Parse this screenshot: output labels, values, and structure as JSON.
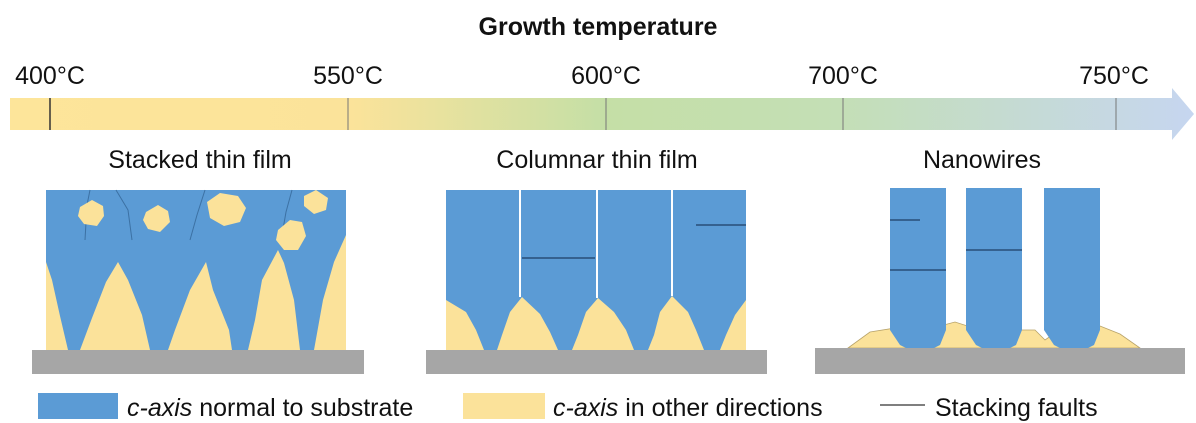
{
  "title": "Growth temperature",
  "temperature_ticks": [
    "400°C",
    "550°C",
    "600°C",
    "700°C",
    "750°C"
  ],
  "panels": [
    {
      "label": "Stacked thin film"
    },
    {
      "label": "Columnar thin film"
    },
    {
      "label": "Nanowires"
    }
  ],
  "legend": {
    "blue": {
      "italic": "c-axis",
      "rest": " normal to substrate",
      "color": "#5b9bd5"
    },
    "yellow": {
      "italic": "c-axis",
      "rest": " in other directions",
      "color": "#fbe29a"
    },
    "line": {
      "label": "Stacking faults",
      "color": "#555555"
    }
  },
  "colors": {
    "gradient_start": "#fde59a",
    "gradient_mid": "#c5dfa6",
    "gradient_end": "#c9d8ee",
    "substrate": "#a6a6a6",
    "blue": "#5b9bd5",
    "yellow": "#fbe29a"
  }
}
